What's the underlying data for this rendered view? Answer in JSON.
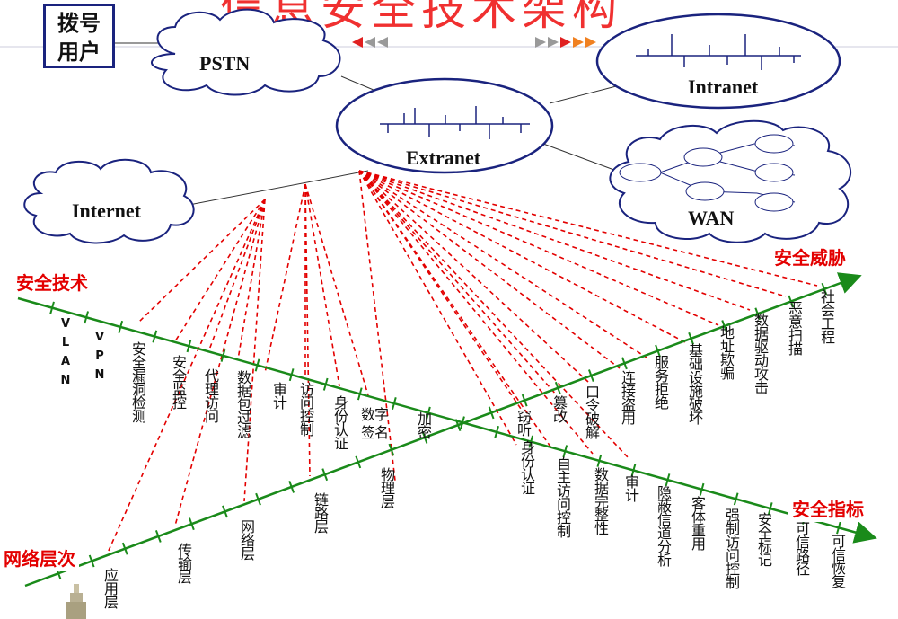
{
  "title": "信息安全技术架构",
  "dial_user": "拨号\n用户",
  "networks": {
    "pstn": "PSTN",
    "intranet": "Intranet",
    "extranet": "Extranet",
    "internet": "Internet",
    "wan": "WAN"
  },
  "axes": {
    "tech": "安全技术",
    "threat": "安全威胁",
    "layer": "网络层次",
    "indicator": "安全指标"
  },
  "tech_items": [
    "VLAN",
    "VPN",
    "安全漏洞检测",
    "安全监控",
    "代理访问",
    "数据包过滤",
    "审计",
    "访问控制",
    "身份认证",
    "数字签名",
    "加密"
  ],
  "threat_items": [
    "窃听",
    "篡改",
    "口令破解",
    "连接盗用",
    "服务拒绝",
    "基础设施破坏",
    "地址欺骗",
    "数据驱动攻击",
    "恶意扫描",
    "社会工程"
  ],
  "layer_items": [
    "应用层",
    "传输层",
    "网络层",
    "链路层",
    "物理层"
  ],
  "indicator_items": [
    "身份认证",
    "自主访问控制",
    "数据完整性",
    "审计",
    "隐蔽信道分析",
    "客体重用",
    "强制访问控制",
    "安全标记",
    "可信路径",
    "可信恢复"
  ],
  "colors": {
    "green": "#1a8a1a",
    "red": "#e30000",
    "line": "#333333"
  }
}
